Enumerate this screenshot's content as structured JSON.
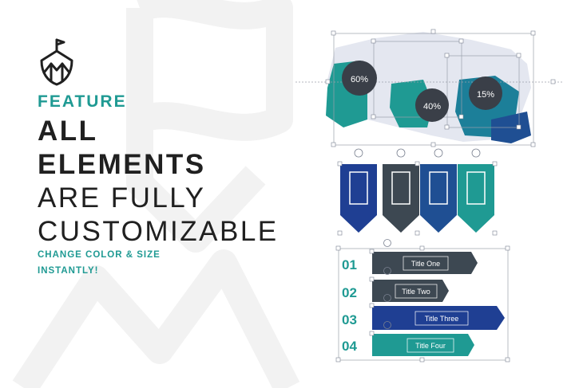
{
  "headline": {
    "feature": "FEATURE",
    "line1": "ALL",
    "line2": "ELEMENTS",
    "line3": "ARE FULLY",
    "line4": "CUSTOMIZABLE",
    "sub1": "CHANGE COLOR & SIZE",
    "sub2": "INSTANTLY!"
  },
  "map": {
    "bubbles": [
      "60%",
      "40%",
      "15%"
    ]
  },
  "steps": [
    {
      "num": "01",
      "title": "Title One"
    },
    {
      "num": "02",
      "title": "Title Two"
    },
    {
      "num": "03",
      "title": "Title Three"
    },
    {
      "num": "04",
      "title": "Title Four"
    }
  ],
  "colors": {
    "teal": "#1f9a93",
    "navy": "#1f3f93",
    "slate": "#3d4852",
    "dark": "#202020"
  }
}
